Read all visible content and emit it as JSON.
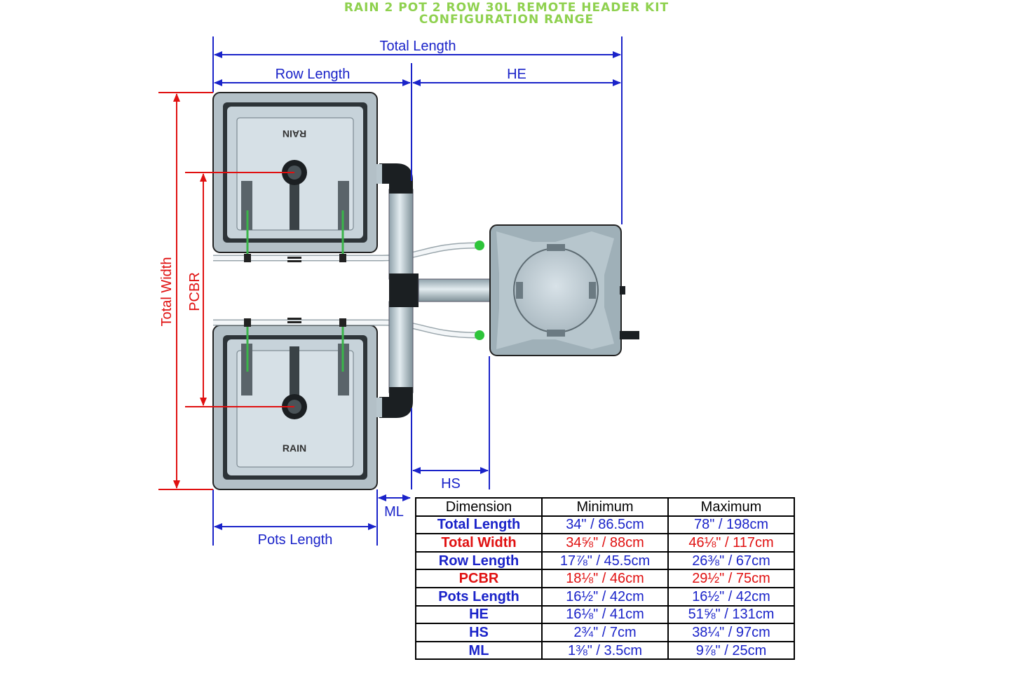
{
  "title_line1": "RAIN 2 POT 2 ROW 30L REMOTE HEADER KIT",
  "title_line2": "CONFIGURATION RANGE",
  "labels": {
    "total_length": "Total Length",
    "row_length": "Row Length",
    "he": "HE",
    "total_width": "Total Width",
    "pcbr": "PCBR",
    "hs": "HS",
    "ml": "ML",
    "pots_length": "Pots Length",
    "pot_brand": "RAIN"
  },
  "colors": {
    "dimension_blue": "#1a23c9",
    "dimension_red": "#e01010",
    "title_green": "#8fd14f"
  },
  "table": {
    "headers": [
      "Dimension",
      "Minimum",
      "Maximum"
    ],
    "rows": [
      {
        "name": "Total Length",
        "min": "34\" / 86.5cm",
        "max": "78\" / 198cm",
        "color": "blue"
      },
      {
        "name": "Total Width",
        "min": "34⅝\" / 88cm",
        "max": "46⅛\" / 117cm",
        "color": "red"
      },
      {
        "name": "Row Length",
        "min": "17⅞\" / 45.5cm",
        "max": "26⅜\" / 67cm",
        "color": "blue"
      },
      {
        "name": "PCBR",
        "min": "18⅛\" / 46cm",
        "max": "29½\" / 75cm",
        "color": "red"
      },
      {
        "name": "Pots Length",
        "min": "16½\" / 42cm",
        "max": "16½\" / 42cm",
        "color": "blue"
      },
      {
        "name": "HE",
        "min": "16⅛\" / 41cm",
        "max": "51⅝\" / 131cm",
        "color": "blue"
      },
      {
        "name": "HS",
        "min": "2¾\" / 7cm",
        "max": "38¼\" / 97cm",
        "color": "blue"
      },
      {
        "name": "ML",
        "min": "1⅜\" / 3.5cm",
        "max": "9⅞\" / 25cm",
        "color": "blue"
      }
    ]
  }
}
